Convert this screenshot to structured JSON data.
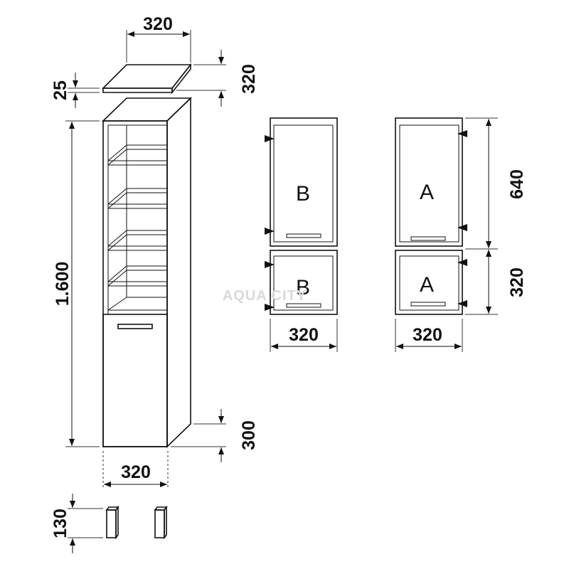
{
  "dimensions": {
    "top_panel_width": "320",
    "top_panel_thickness": "25",
    "top_panel_depth": "320",
    "cabinet_height": "1.600",
    "plinth_gap": "300",
    "cabinet_width": "320",
    "leg_height": "130",
    "door_b_width": "320",
    "door_a_width": "320",
    "door_upper_height": "640",
    "door_lower_height": "320"
  },
  "door_labels": {
    "b_upper": "B",
    "b_lower": "B",
    "a_upper": "A",
    "a_lower": "A"
  },
  "watermark": "AQUA CITY",
  "colors": {
    "line": "#111111",
    "door_glass": "#dde1e8",
    "panel": "#ffffff"
  }
}
